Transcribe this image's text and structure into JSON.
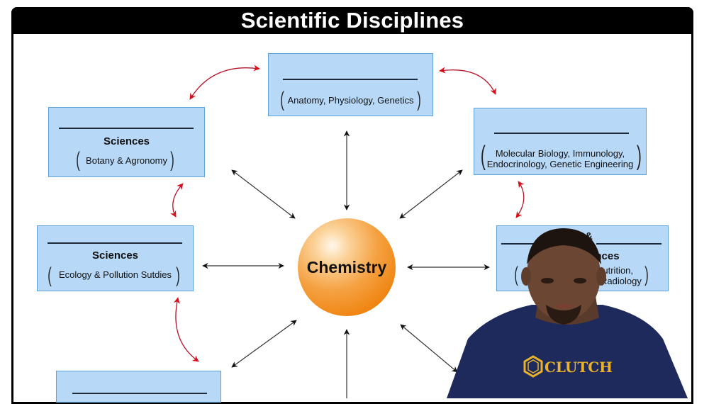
{
  "header": {
    "title": "Scientific Disciplines"
  },
  "center": {
    "label": "Chemistry",
    "color": "#f5a142"
  },
  "boxes": {
    "top": {
      "heading": "",
      "subtitle": "Anatomy, Physiology, Genetics"
    },
    "upper_left": {
      "heading": "Sciences",
      "subtitle": "Botany & Agronomy"
    },
    "upper_right": {
      "heading": "",
      "subtitle_line1": "Molecular Biology, Immunology,",
      "subtitle_line2": "Endocrinology, Genetic Engineering"
    },
    "middle_left": {
      "heading": "Sciences",
      "subtitle": "Ecology & Pollution Sutdies"
    },
    "middle_right": {
      "connector": "&",
      "heading_visible": "ences",
      "subtitle_line1_visible": "Nutrition,",
      "subtitle_line2_visible": "Radiology"
    },
    "bottom_left": {
      "heading": ""
    }
  },
  "presenter": {
    "shirt_text": "CLUTCH",
    "shirt_color": "#1e2a5c",
    "logo_color": "#e8b22c"
  },
  "colors": {
    "box_fill": "#b7d8f7",
    "box_border": "#5fa3d6",
    "red_arrow": "#d9101c",
    "black_arrow": "#111111"
  }
}
